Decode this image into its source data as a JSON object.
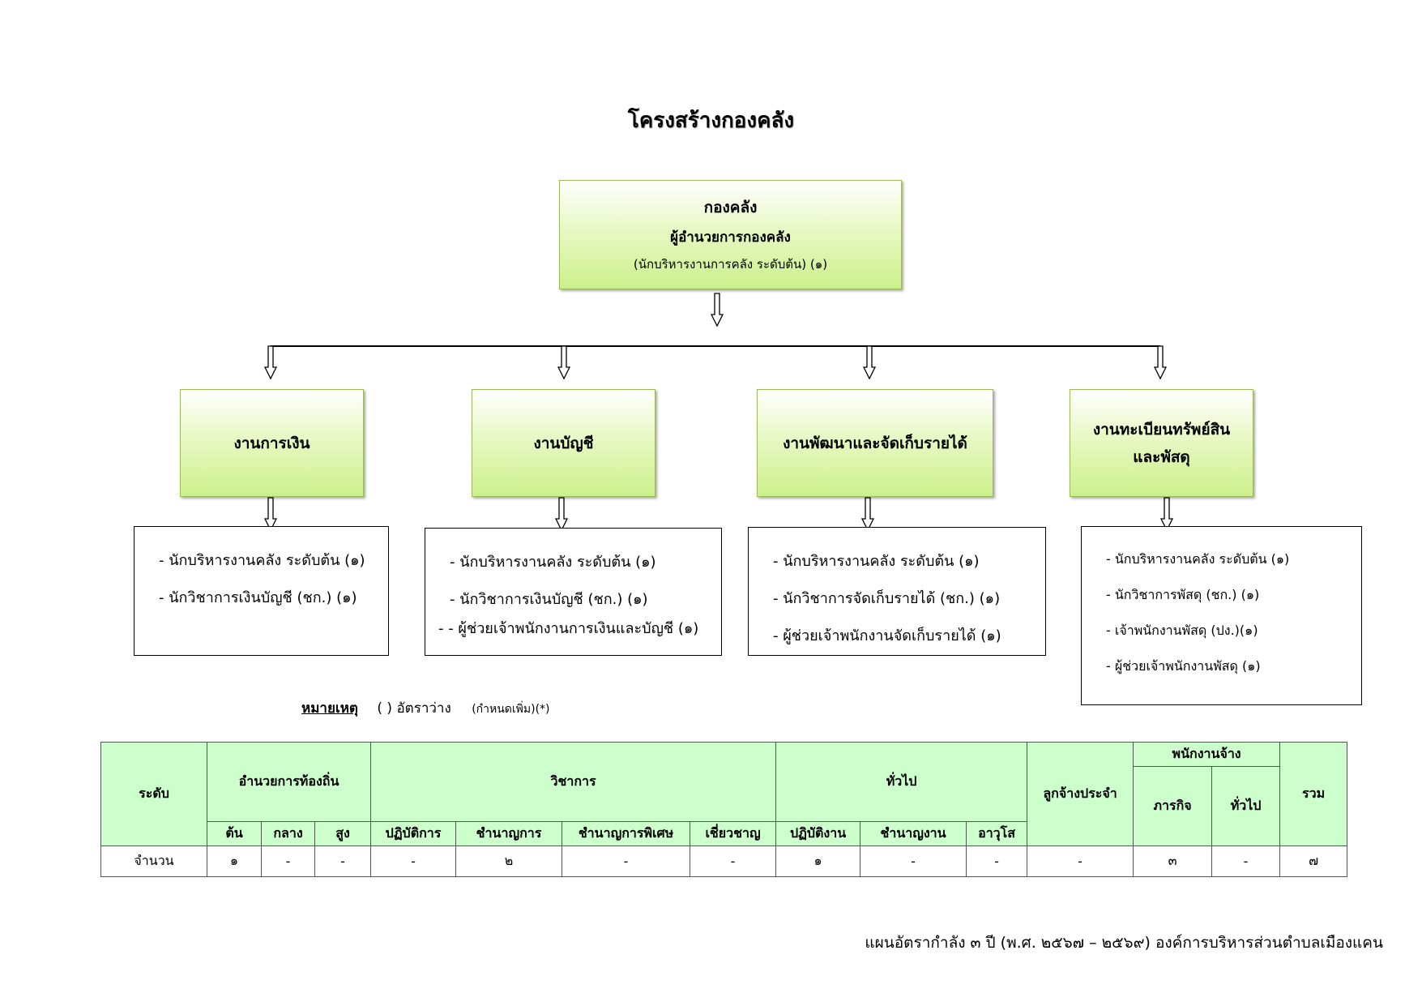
{
  "title": "โครงสร้างกองคลัง",
  "top_box": {
    "line1": "กองคลัง",
    "line2": "ผู้อำนวยการกองคลัง",
    "line3": "(นักบริหารงานการคลัง ระดับต้น) (๑)"
  },
  "units": [
    {
      "name": "งานการเงิน",
      "staff": [
        "- นักบริหารงานคลัง ระดับต้น (๑)",
        "- นักวิชาการเงินบัญชี (ชก.) (๑)"
      ]
    },
    {
      "name": "งานบัญชี",
      "staff": [
        "- นักบริหารงานคลัง ระดับต้น (๑)",
        "- นักวิชาการเงินบัญชี (ชก.) (๑)",
        "- -  ผู้ช่วยเจ้าพนักงานการเงินและบัญชี (๑)"
      ]
    },
    {
      "name": "งานพัฒนาและจัดเก็บรายได้",
      "staff": [
        "- นักบริหารงานคลัง ระดับต้น (๑)",
        "- นักวิชาการจัดเก็บรายได้ (ชก.) (๑)",
        "- ผู้ช่วยเจ้าพนักงานจัดเก็บรายได้ (๑)"
      ]
    },
    {
      "name_line1": "งานทะเบียนทรัพย์สิน",
      "name_line2": "และพัสดุ",
      "staff": [
        "- นักบริหารงานคลัง ระดับต้น (๑)",
        "- นักวิชาการพัสดุ (ชก.) (๑)",
        "- เจ้าพนักงานพัสดุ  (ปง.)(๑)",
        "- ผู้ช่วยเจ้าพนักงานพัสดุ  (๑)"
      ]
    }
  ],
  "note": {
    "label": "หมายเหตุ",
    "vacant": "(   ) อัตราว่าง",
    "added": "(กำหนดเพิ่ม)(*)"
  },
  "table": {
    "level_header": "ระดับ",
    "groups": {
      "local_admin": "อำนวยการท้องถิ่น",
      "academic": "วิชาการ",
      "general": "ทั่วไป",
      "permanent": "ลูกจ้างประจำ",
      "contract": "พนักงานจ้าง",
      "total": "รวม"
    },
    "sub_local": [
      "ต้น",
      "กลาง",
      "สูง"
    ],
    "sub_academic": [
      "ปฏิบัติการ",
      "ชำนาญการ",
      "ชำนาญการพิเศษ",
      "เชี่ยวชาญ"
    ],
    "sub_general": [
      "ปฏิบัติงาน",
      "ชำนาญงาน",
      "อาวุโส"
    ],
    "sub_contract": [
      "ภารกิจ",
      "ทั่วไป"
    ],
    "row_label": "จำนวน",
    "values": [
      "๑",
      "-",
      "-",
      "-",
      "๒",
      "-",
      "-",
      "๑",
      "-",
      "-",
      "-",
      "๓",
      "-",
      "๗"
    ]
  },
  "footer": "แผนอัตรากำลัง ๓ ปี (พ.ศ. ๒๕๖๗ – ๒๕๖๙)  องค์การบริหารส่วนตำบลเมืองแคน"
}
